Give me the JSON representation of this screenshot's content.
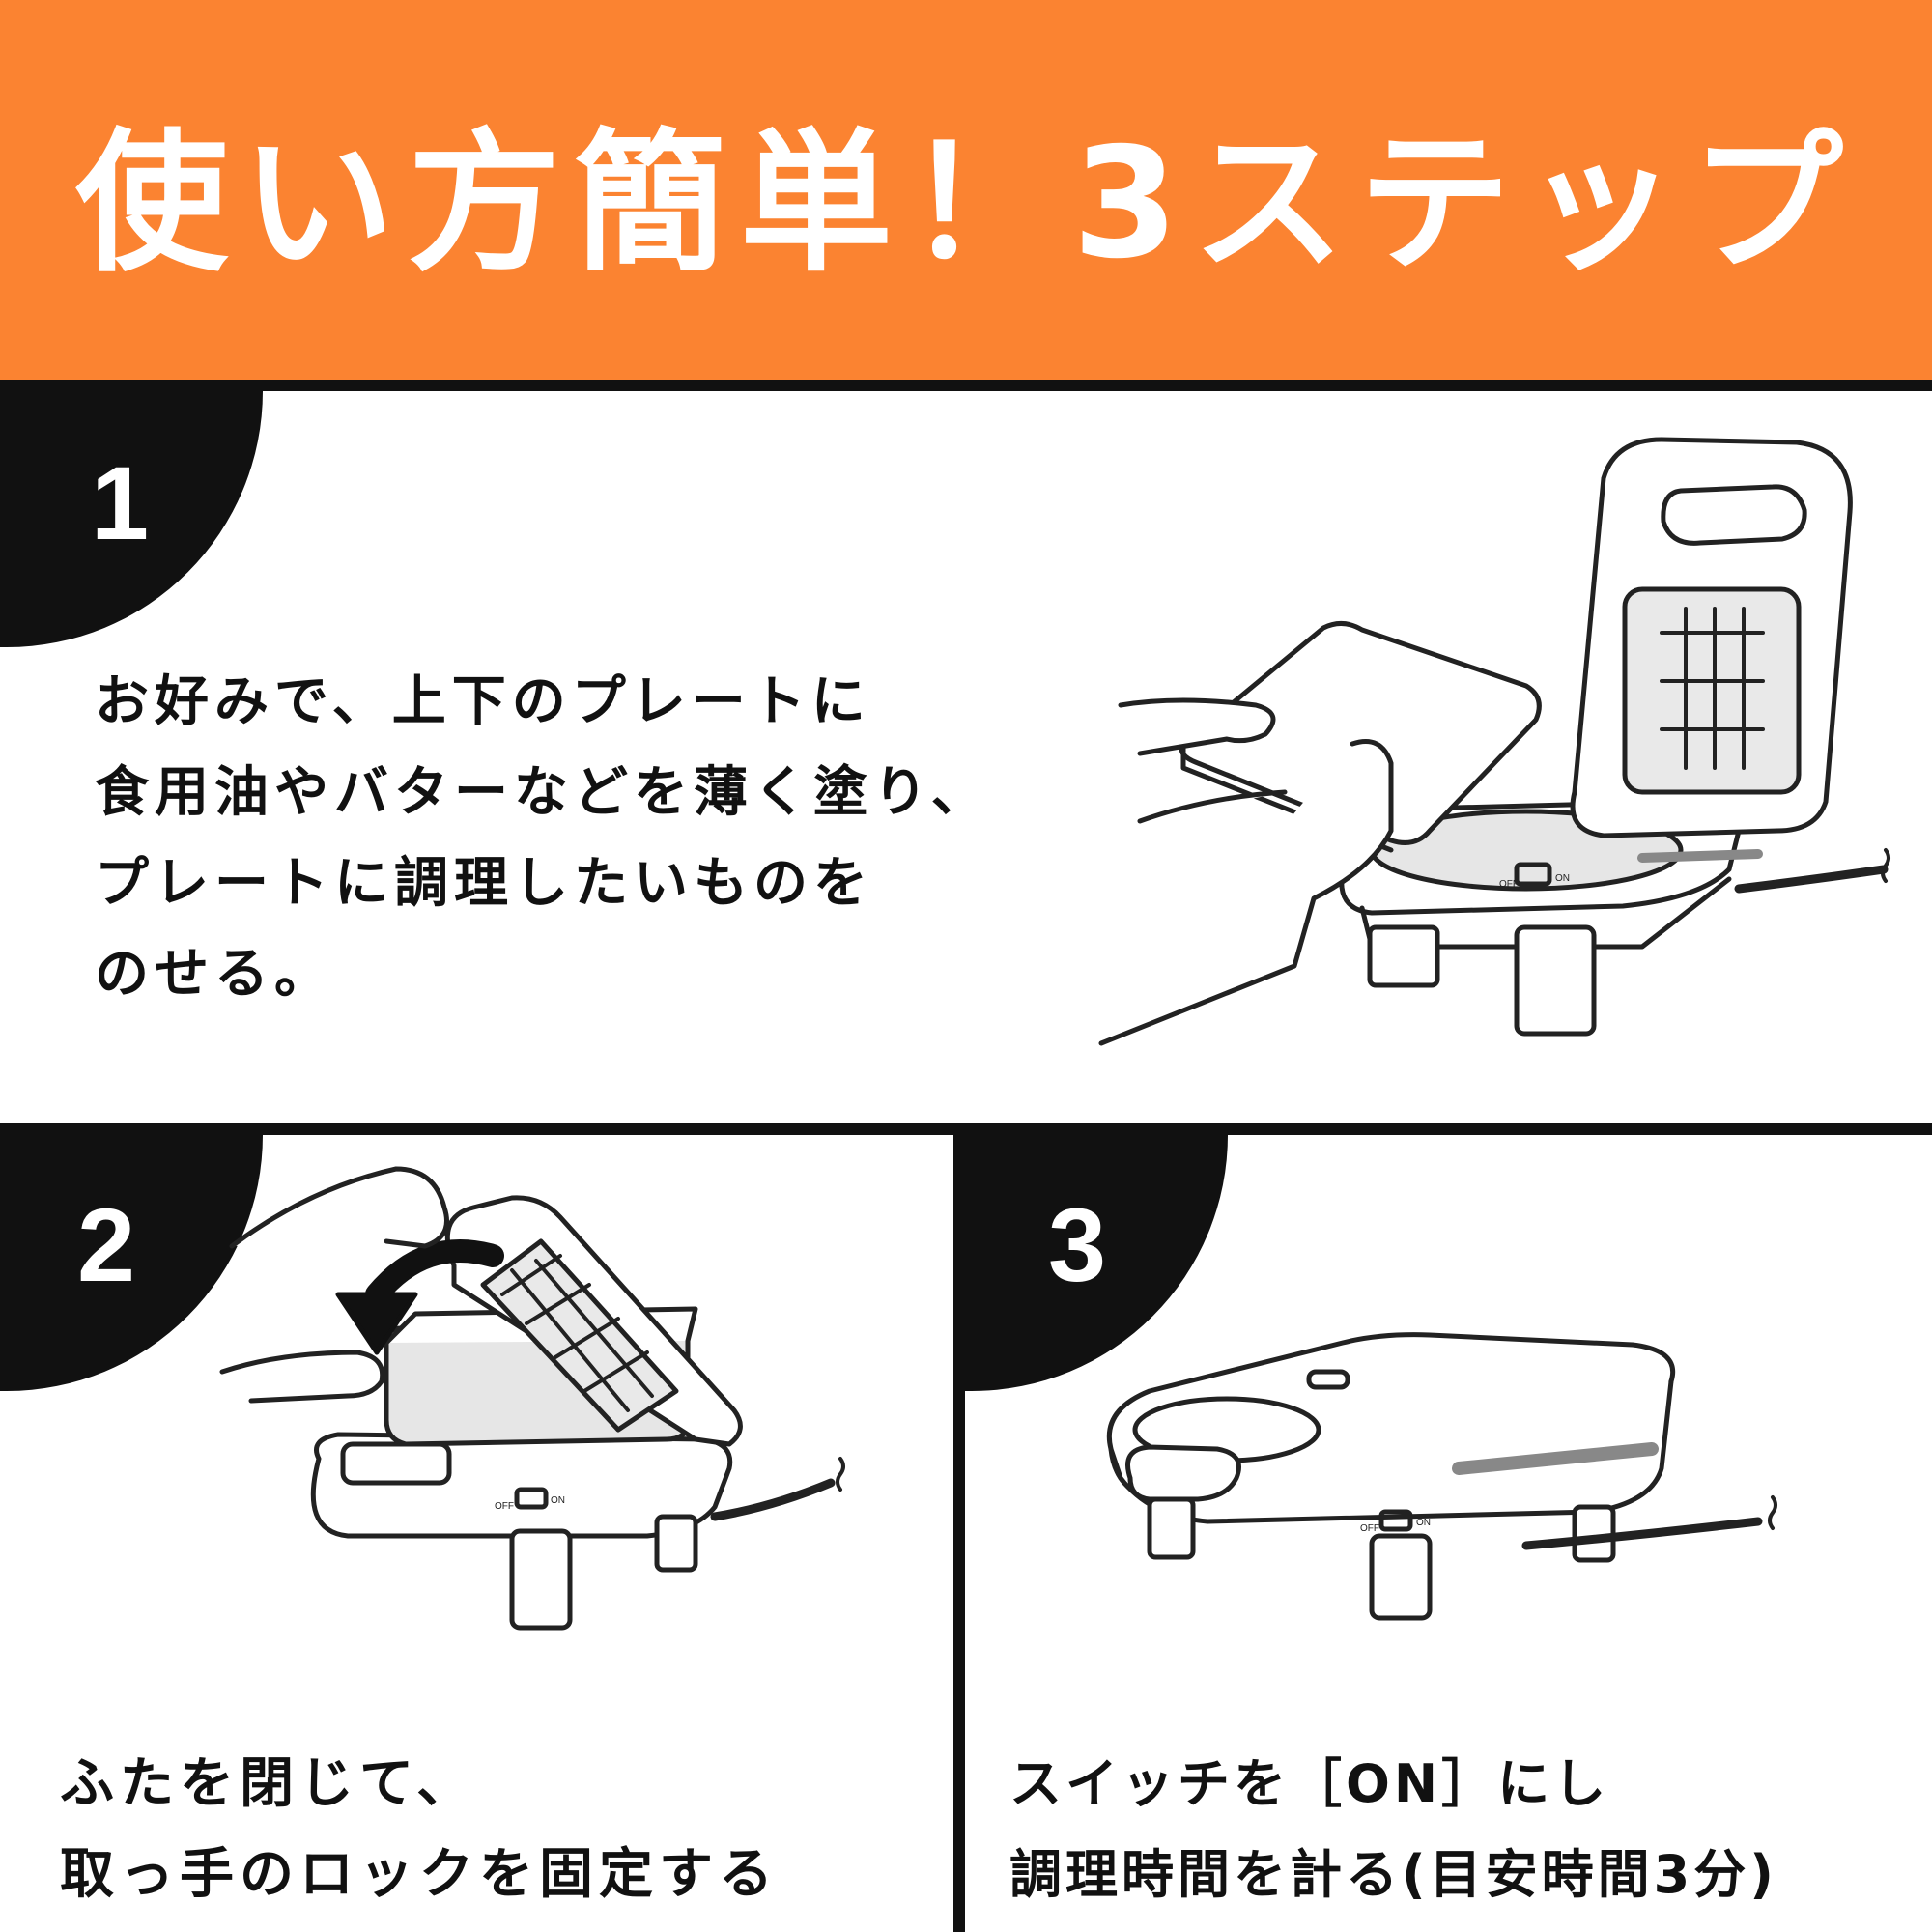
{
  "header": {
    "title": "使い方簡単！3ステップ",
    "background_color": "#fb8331",
    "text_color": "#ffffff"
  },
  "steps": [
    {
      "number": "1",
      "lines": [
        "お好みで、上下のプレートに",
        "食用油やバターなどを薄く塗り、",
        "プレートに調理したいものを",
        "のせる。"
      ],
      "switch": {
        "off": "OFF",
        "on": "ON"
      }
    },
    {
      "number": "2",
      "lines": [
        "ふたを閉じて、",
        "取っ手のロックを固定する"
      ],
      "switch": {
        "off": "OFF",
        "on": "ON"
      }
    },
    {
      "number": "3",
      "lines": [
        "スイッチを［ON］にし",
        "調理時間を計る(目安時間3分)"
      ],
      "switch": {
        "off": "OFF",
        "on": "ON"
      }
    }
  ]
}
